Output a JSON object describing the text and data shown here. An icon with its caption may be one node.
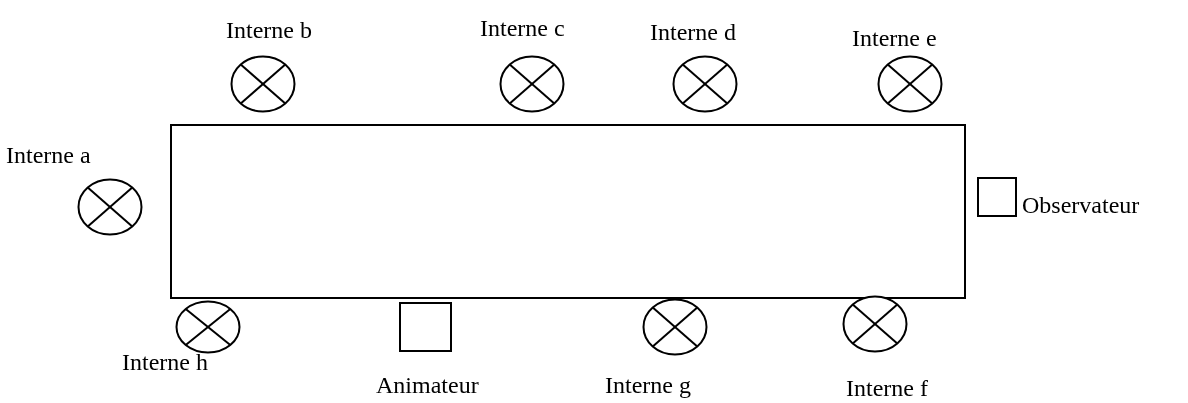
{
  "diagram": {
    "nodes": [
      {
        "text": [],
        "shape": "circle",
        "beside": [
          "Interne b"
        ]
      },
      {
        "text": [],
        "shape": "circle",
        "beside": [
          "Interne c"
        ]
      },
      {
        "text": [],
        "shape": "circle",
        "beside": [
          "Interne d"
        ]
      },
      {
        "text": [],
        "shape": "circle",
        "beside": [
          "Interne e"
        ]
      },
      {
        "text": [],
        "shape": "box"
      },
      {
        "text": [],
        "shape": "circle",
        "beside": [
          "Interne a"
        ]
      },
      {
        "text": [],
        "shape": "box",
        "beside": [
          "Observateur"
        ]
      },
      {
        "text": [],
        "shape": "circle",
        "beside": [
          "Interne h"
        ]
      },
      {
        "text": [],
        "shape": "box",
        "beside": [
          "Animateur"
        ]
      },
      {
        "text": [],
        "shape": "circle",
        "beside": [
          "Interne g"
        ]
      },
      {
        "text": [],
        "shape": "circle",
        "beside": [
          "Interne f"
        ]
      }
    ]
  }
}
